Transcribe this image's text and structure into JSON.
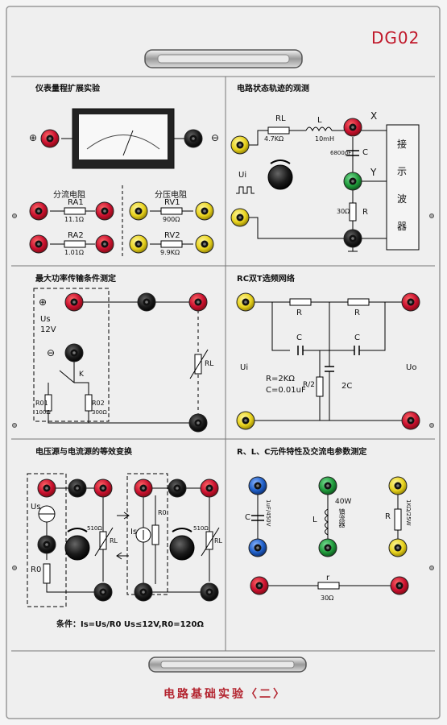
{
  "model": "DG02",
  "footer_title": "电路基础实验〈二〉",
  "sections": {
    "meter": {
      "title": "仪表量程扩展实验",
      "plus": "⊕",
      "minus": "⊖",
      "shunt_title": "分流电阻",
      "divider_title": "分压电阻",
      "ra1": "RA1",
      "ra1_val": "11.1Ω",
      "ra2": "RA2",
      "ra2_val": "1.01Ω",
      "rv1": "RV1",
      "rv1_val": "900Ω",
      "rv2": "RV2",
      "rv2_val": "9.9KΩ"
    },
    "circuit_state": {
      "title": "电路状态轨迹的观测",
      "rl": "RL",
      "rl_val": "4.7KΩ",
      "l": "L",
      "l_val": "10mH",
      "c": "C",
      "c_val": "6800pF",
      "r": "R",
      "r_val": "30Ω",
      "x": "X",
      "y": "Y",
      "ui": "Ui",
      "scope": "接示波器"
    },
    "max_power": {
      "title": "最大功率传输条件测定",
      "us": "Us",
      "us_val": "12V",
      "k": "K",
      "r01": "R01",
      "r01_val": "100Ω",
      "r02": "R02",
      "r02_val": "300Ω",
      "rl": "RL"
    },
    "rc_network": {
      "title": "RC双T选频网络",
      "r": "R",
      "c": "C",
      "r_half": "R/2",
      "two_c": "2C",
      "values_r": "R=2KΩ",
      "values_c": "C=0.01uF",
      "ui": "Ui",
      "uo": "Uo"
    },
    "source_transform": {
      "title": "电压源与电流源的等效变换",
      "us": "Us",
      "is": "Is",
      "r0": "R0",
      "rl": "RL",
      "r510": "510Ω",
      "condition": "条件：Is=Us/R0  Us≤12V,R0=120Ω"
    },
    "rlc": {
      "title": "R、L、C元件特性及交流电参数测定",
      "c": "C",
      "c_val": "1uF/450V",
      "l": "L",
      "l_watt": "40W",
      "l_type": "镇流器",
      "r": "R",
      "r_val": "1KΩ/25W",
      "r_small": "r",
      "r_small_val": "30Ω"
    }
  },
  "colors": {
    "red": "#c8102e",
    "black": "#151515",
    "yellow": "#e8d21d",
    "green": "#1f9a3a",
    "blue": "#1f5fc8",
    "panel": "#f4f4f4",
    "dg02": "#c0182a"
  }
}
